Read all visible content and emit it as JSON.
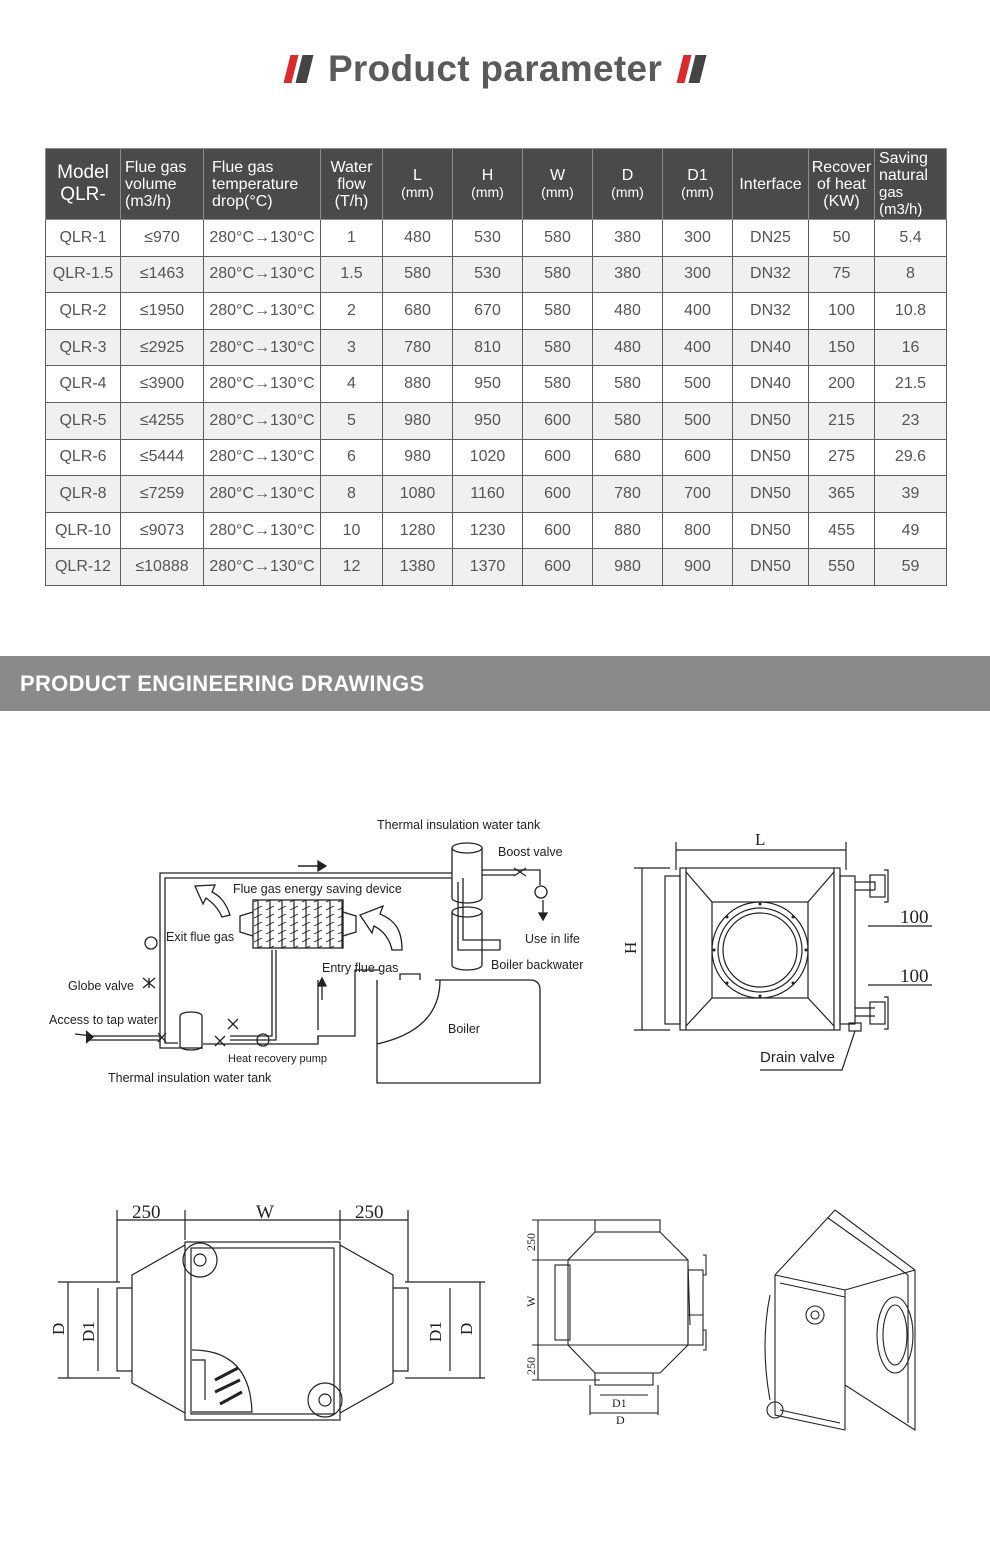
{
  "heading": {
    "title": "Product parameter"
  },
  "table": {
    "headers": {
      "model": [
        "Model",
        "QLR-"
      ],
      "flue_volume": [
        "Flue gas",
        "volume",
        "(m3/h)"
      ],
      "temp_drop": [
        "Flue gas",
        "temperature",
        "drop(°C)"
      ],
      "water_flow": [
        "Water",
        "flow",
        "(T/h)"
      ],
      "L": [
        "L",
        "(mm)"
      ],
      "H": [
        "H",
        "(mm)"
      ],
      "W": [
        "W",
        "(mm)"
      ],
      "D": [
        "D",
        "(mm)"
      ],
      "D1": [
        "D1",
        "(mm)"
      ],
      "interface": "Interface",
      "recover": [
        "Recover",
        "of heat",
        "(KW)"
      ],
      "saving": [
        "Saving",
        "natural",
        "gas (m3/h)"
      ]
    },
    "rows": [
      [
        "QLR-1",
        "≤970",
        "280°C→130°C",
        "1",
        "480",
        "530",
        "580",
        "380",
        "300",
        "DN25",
        "50",
        "5.4"
      ],
      [
        "QLR-1.5",
        "≤1463",
        "280°C→130°C",
        "1.5",
        "580",
        "530",
        "580",
        "380",
        "300",
        "DN32",
        "75",
        "8"
      ],
      [
        "QLR-2",
        "≤1950",
        "280°C→130°C",
        "2",
        "680",
        "670",
        "580",
        "480",
        "400",
        "DN32",
        "100",
        "10.8"
      ],
      [
        "QLR-3",
        "≤2925",
        "280°C→130°C",
        "3",
        "780",
        "810",
        "580",
        "480",
        "400",
        "DN40",
        "150",
        "16"
      ],
      [
        "QLR-4",
        "≤3900",
        "280°C→130°C",
        "4",
        "880",
        "950",
        "580",
        "580",
        "500",
        "DN40",
        "200",
        "21.5"
      ],
      [
        "QLR-5",
        "≤4255",
        "280°C→130°C",
        "5",
        "980",
        "950",
        "600",
        "580",
        "500",
        "DN50",
        "215",
        "23"
      ],
      [
        "QLR-6",
        "≤5444",
        "280°C→130°C",
        "6",
        "980",
        "1020",
        "600",
        "680",
        "600",
        "DN50",
        "275",
        "29.6"
      ],
      [
        "QLR-8",
        "≤7259",
        "280°C→130°C",
        "8",
        "1080",
        "1160",
        "600",
        "780",
        "700",
        "DN50",
        "365",
        "39"
      ],
      [
        "QLR-10",
        "≤9073",
        "280°C→130°C",
        "10",
        "1280",
        "1230",
        "600",
        "880",
        "800",
        "DN50",
        "455",
        "49"
      ],
      [
        "QLR-12",
        "≤10888",
        "280°C→130°C",
        "12",
        "1380",
        "1370",
        "600",
        "980",
        "900",
        "DN50",
        "550",
        "59"
      ]
    ]
  },
  "section": {
    "title": "PRODUCT ENGINEERING DRAWINGS"
  },
  "diagram": {
    "thermal_tank_top": "Thermal insulation water tank",
    "boost_valve": "Boost valve",
    "flue_device": "Flue gas energy saving device",
    "exit_flue": "Exit flue gas",
    "entry_flue": "Entry flue gas",
    "use_in_life": "Use in life",
    "boiler_backwater": "Boiler backwater",
    "globe_valve": "Globe valve",
    "tap_water": "Access to tap water",
    "boiler": "Boiler",
    "heat_pump": "Heat recovery pump",
    "thermal_tank_bottom": "Thermal insulation water tank"
  },
  "front_view": {
    "L": "L",
    "H": "H",
    "dim_top": "100",
    "dim_bottom": "100",
    "drain": "Drain valve"
  },
  "top_view": {
    "left": "250",
    "W": "W",
    "right": "250",
    "D_left": "D",
    "D1_left": "D1",
    "D1_right": "D1",
    "D_right": "D"
  },
  "side_view": {
    "top": "250",
    "W": "W",
    "bottom": "250",
    "D1": "D1",
    "D": "D"
  },
  "colors": {
    "header_bg": "#4a4a4a",
    "band_bg": "#8a8a8a",
    "accent_red": "#d92b2b"
  }
}
